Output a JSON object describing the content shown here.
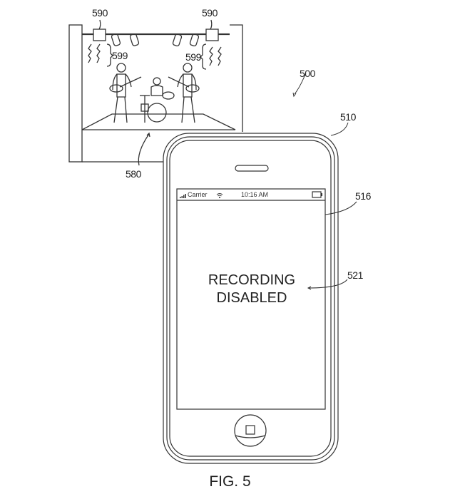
{
  "figure": {
    "caption": "FIG. 5",
    "reference_numerals": {
      "system": "500",
      "device": "510",
      "display": "516",
      "message": "521",
      "venue": "580",
      "emitter_left": "590",
      "emitter_right": "590",
      "signal_left": "599",
      "signal_right": "599"
    }
  },
  "device": {
    "status_bar": {
      "carrier": "Carrier",
      "time": "10:16 AM",
      "signal_icon": "signal-bars-icon",
      "wifi_icon": "wifi-icon",
      "battery_icon": "battery-icon"
    },
    "screen_message": {
      "line1": "RECORDING",
      "line2": "DISABLED"
    },
    "home_button_icon": "home-button-icon"
  },
  "colors": {
    "line": "#333333",
    "background": "#ffffff"
  }
}
